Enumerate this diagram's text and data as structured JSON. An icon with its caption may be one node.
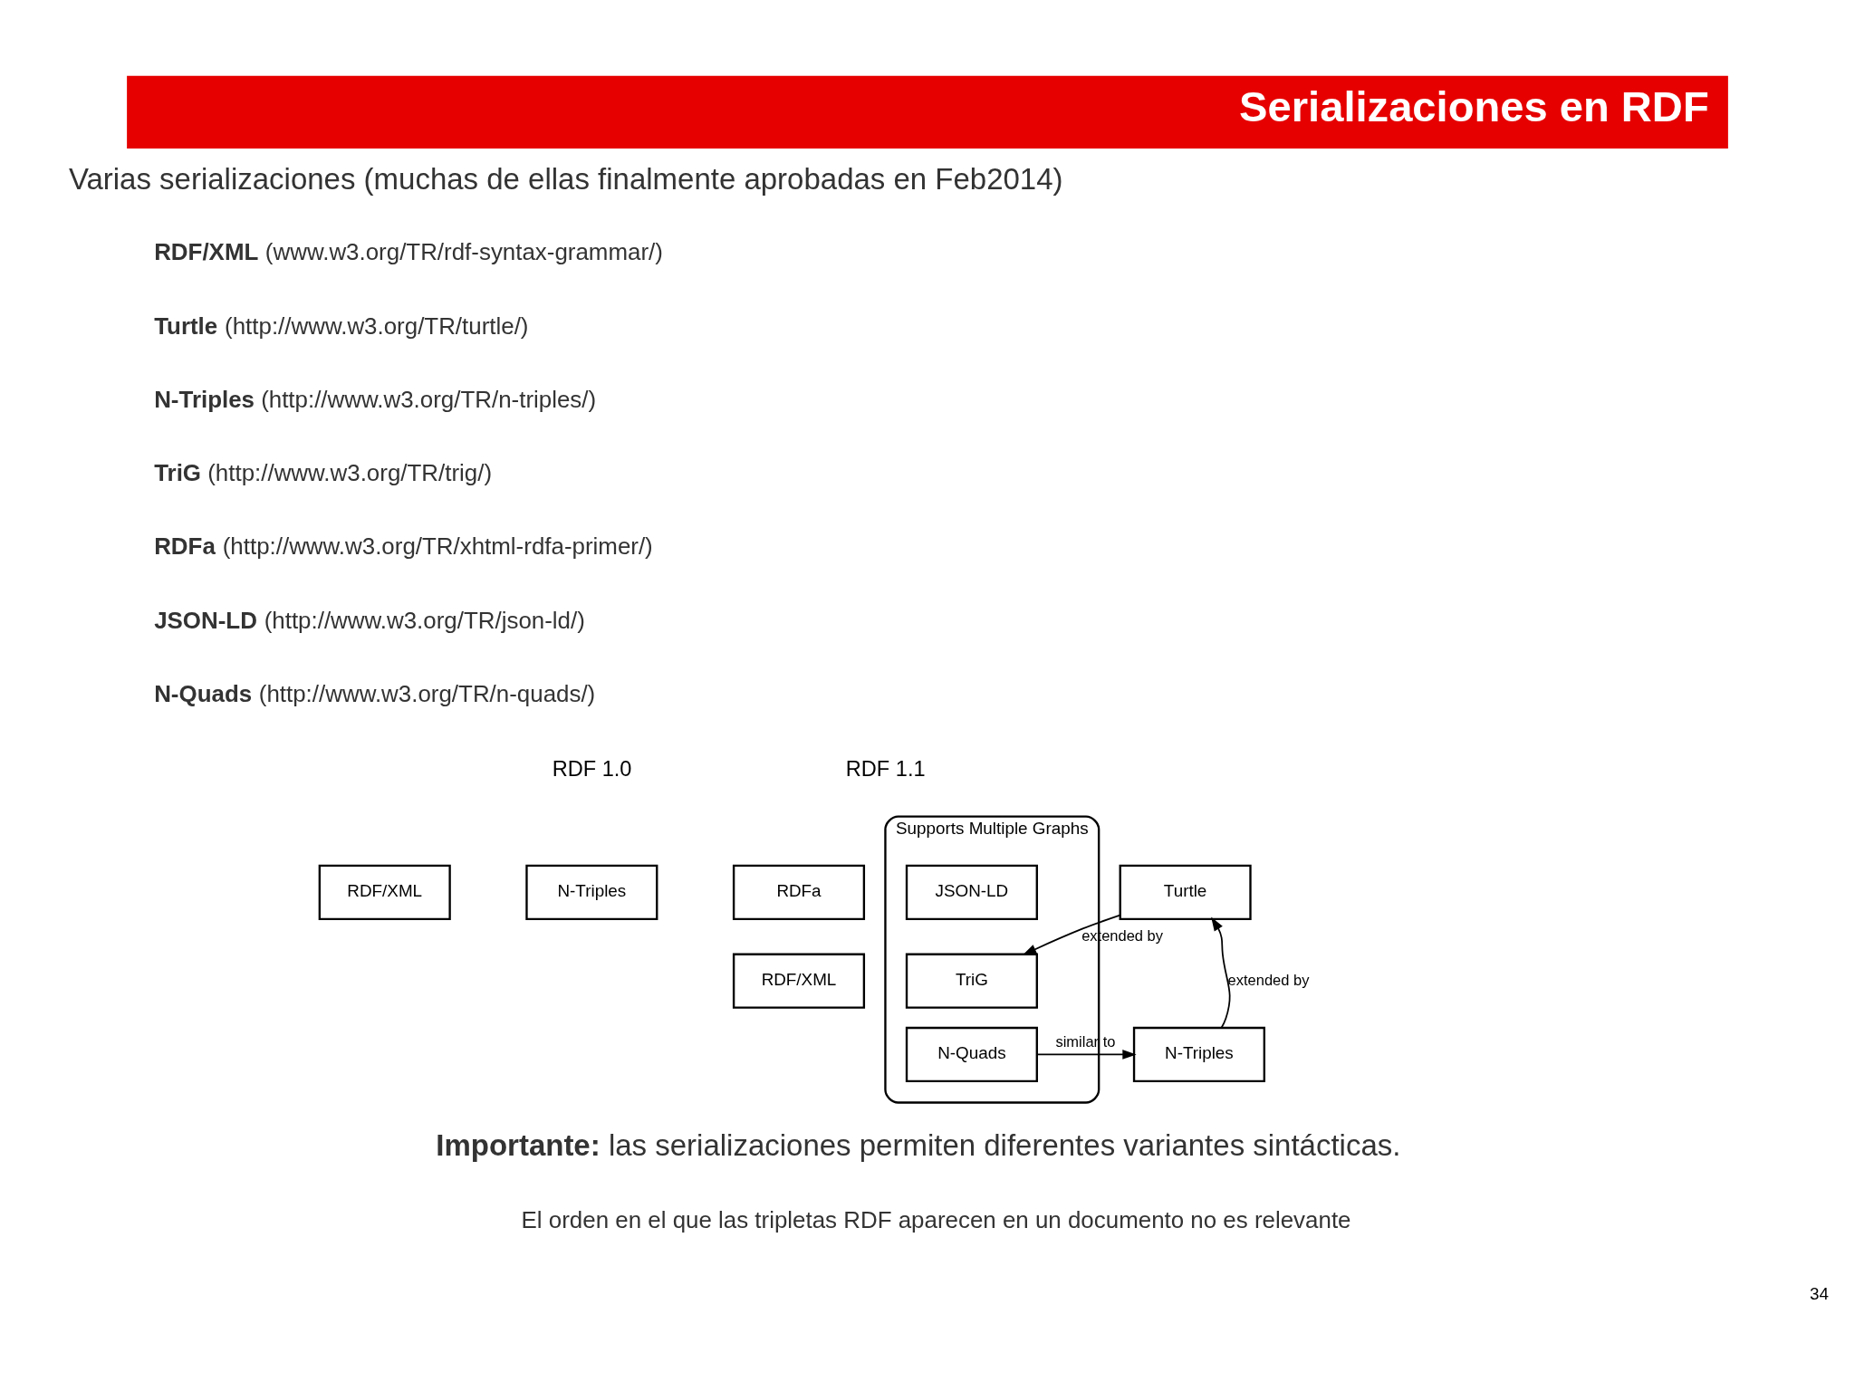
{
  "diagram": {
    "title": "Serializaciones en RDF",
    "nodes": [
      {
        "text": [
          "RDF/XML"
        ]
      },
      {
        "text": [
          "N-Triples"
        ]
      },
      {
        "text": [
          "RDFa"
        ]
      },
      {
        "text": [
          "Turtle"
        ]
      },
      {
        "text": [
          "RDF/XML"
        ]
      },
      {
        "text": [
          "Supports Multiple Graphs"
        ]
      },
      {
        "text": [
          "JSON-LD"
        ],
        "in": 5
      },
      {
        "text": [
          "TriG"
        ],
        "in": 5
      },
      {
        "text": [
          "N-Triples"
        ]
      },
      {
        "text": [
          "N-Quads"
        ],
        "in": 5
      }
    ],
    "edges": [
      {
        "from": 8,
        "to": 3,
        "arrow": "to",
        "label": "extended by"
      },
      {
        "from": 3,
        "to": 7,
        "arrow": "to",
        "label": "extended by"
      },
      {
        "from": 9,
        "to": 8,
        "arrow": "to",
        "label": "similar to"
      }
    ],
    "labels": [
      "Varias serializaciones (muchas de ellas finalmente aprobadas en Feb2014)",
      "**RDF/XML** (www.w3.org/TR/rdf-syntax-grammar/)",
      "**Turtle** (http://www.w3.org/TR/turtle/)",
      "**N-Triples** (http://www.w3.org/TR/n-triples/)",
      "**TriG** (http://www.w3.org/TR/trig/)",
      "**RDFa** (http://www.w3.org/TR/xhtml-rdfa-primer/)",
      "**JSON-LD** (http://www.w3.org/TR/json-ld/)",
      "**N-Quads** (http://www.w3.org/TR/n-quads/)",
      "RDF 1.0",
      "RDF 1.1",
      "**Importante:** las serializaciones permiten diferentes variantes sintácticas.",
      "El orden en el que las tripletas RDF aparecen en un documento no es relevante",
      "34"
    ]
  }
}
